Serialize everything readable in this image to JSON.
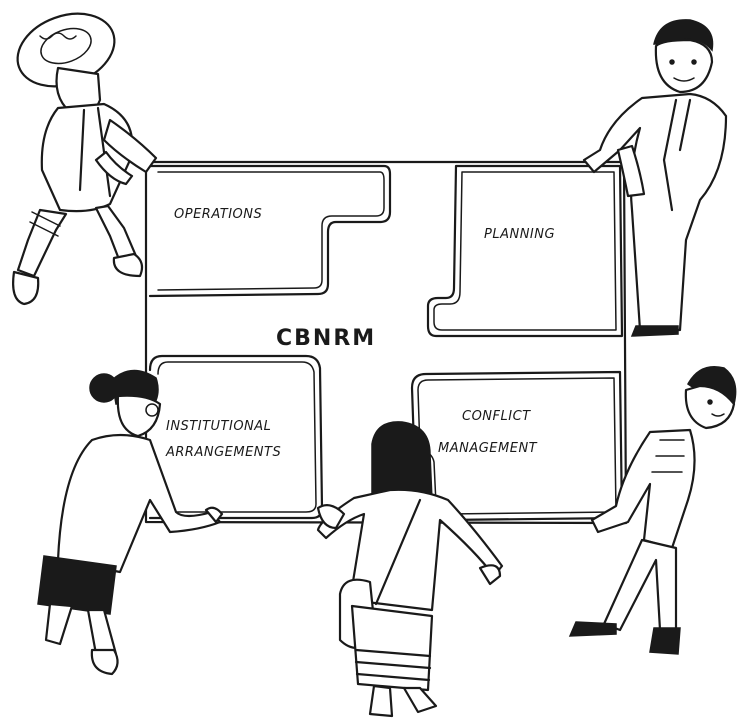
{
  "labels": {
    "center": "CBNRM",
    "operations": "OPERATIONS",
    "planning": "PLANNING",
    "institutional_line1": "INSTITUTIONAL",
    "institutional_line2": "ARRANGEMENTS",
    "conflict_line1": "CONFLICT",
    "conflict_line2": "MANAGEMENT"
  }
}
